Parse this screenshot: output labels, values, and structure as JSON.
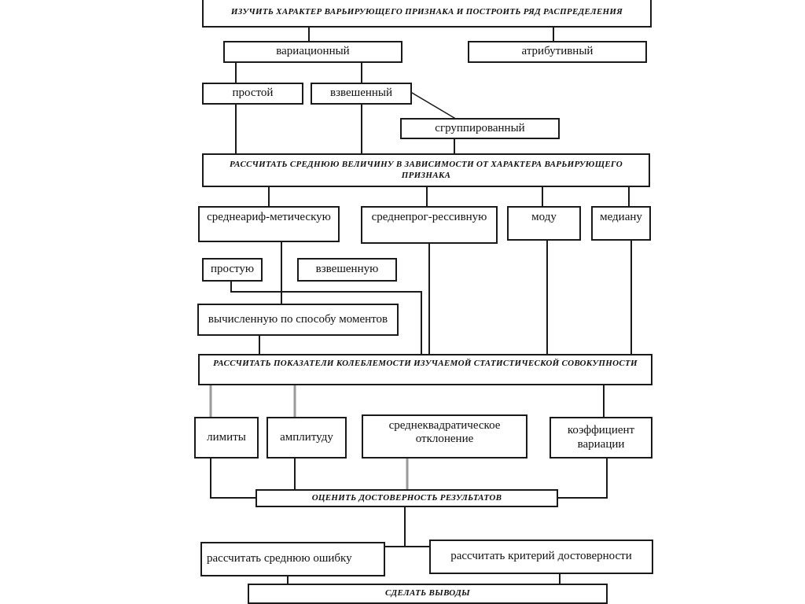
{
  "nodes": {
    "n0": "ИЗУЧИТЬ ХАРАКТЕР ВАРЬИРУЮЩЕГО ПРИЗНАКА И ПОСТРОИТЬ РЯД РАСПРЕДЕЛЕНИЯ",
    "n1": "вариационный",
    "n2": "атрибутивный",
    "n3": "простой",
    "n4": "взвешенный",
    "n5": "сгруппированный",
    "n6": "РАССЧИТАТЬ СРЕДНЮЮ ВЕЛИЧИНУ В ЗАВИСИМОСТИ ОТ ХАРАКТЕРА ВАРЬИРУЮЩЕГО ПРИЗНАКА",
    "n7": "среднеариф-метическую",
    "n8": "среднепрог-рессивную",
    "n9": "моду",
    "n10": "медиану",
    "n11": "простую",
    "n12": "взвешенную",
    "n13": "вычисленную по способу моментов",
    "n14": "РАССЧИТАТЬ ПОКАЗАТЕЛИ КОЛЕБЛЕМОСТИ ИЗУЧАЕМОЙ СТАТИСТИЧЕСКОЙ СОВОКУПНОСТИ",
    "n15": "лимиты",
    "n16": "амплитуду",
    "n17": "среднеквадратическое отклонение",
    "n18": "коэффициент вариации",
    "n19": "ОЦЕНИТЬ ДОСТОВЕРНОСТЬ РЕЗУЛЬТАТОВ",
    "n20": "рассчитать среднюю ошибку",
    "n21": "рассчитать критерий достоверности",
    "n22": "СДЕЛАТЬ ВЫВОДЫ"
  },
  "colors": {
    "line": "#1a1a1a",
    "gray_line": "#9a9a9a",
    "background": "#ffffff"
  }
}
